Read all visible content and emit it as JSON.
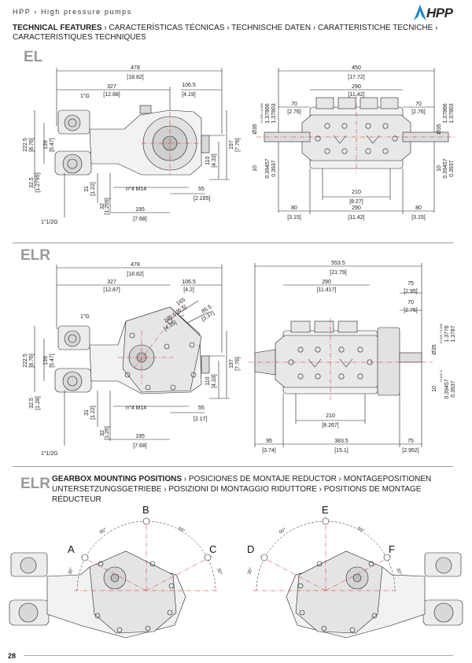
{
  "header": {
    "brand_line": "HPP › High pressure pumps",
    "logo_text": "HPP"
  },
  "tech": {
    "lead": "TECHNICAL FEATURES",
    "rest": " › CARACTERÍSTICAS TÉCNICAS › TECHNISCHE DATEN › CARATTERISTICHE TECNICHE › CARACTERISTIQUES TECHNIQUES"
  },
  "sections": {
    "el": "EL",
    "elr": "ELR",
    "elr2": "ELR"
  },
  "gearbox": {
    "lead": "GEARBOX MOUNTING POSITIONS",
    "rest": " › POSICIONES DE MONTAJE REDUCTOR › MONTAGEPOSITIONEN UNTERSETZUNGSGETRIEBE › POSIZIONI DI MONTAGGIO RIDUTTORE › POSITIONS DE MONTAGE RÉDUCTEUR",
    "positions": [
      "A",
      "B",
      "C",
      "D",
      "E",
      "F"
    ],
    "angles": [
      "30°",
      "60°",
      "60°",
      "30°",
      "30°",
      "60°",
      "60°",
      "30°"
    ]
  },
  "el_side": {
    "d478": "478",
    "d478i": "[18.82]",
    "d327": "327",
    "d327i": "[12.88]",
    "d1065": "106.5",
    "d1065i": "[4.19]",
    "g1": "1\"G",
    "d2225": "222.5",
    "d2225i": "[8.76]",
    "d139": "139",
    "d139i": "[5.47]",
    "d197": "197",
    "d197i": "[7.76]",
    "d110": "110",
    "d110i": "[4.33]",
    "d325": "32.5",
    "d325i": "[1.2795]",
    "d31": "31",
    "d31i": "[1.22]",
    "d32": "32",
    "d32i": "[1.259]",
    "m14": "n°4 M14",
    "d55": "55",
    "d55i": "[2.165]",
    "d195": "195",
    "d195i": "[7.68]",
    "g2": "1\"1/2G"
  },
  "el_front": {
    "d450": "450",
    "d450i": "[17.72]",
    "d290": "290",
    "d290i": "[11.42]",
    "d70": "70",
    "d70i": "[2.76]",
    "d70b": "70",
    "d70bi": "[2.76]",
    "shaft": "Ø35",
    "shaft_tol": "+0.025 +0.009",
    "shaft_in": "1.37866",
    "shaft_in2": "1.37803",
    "key10": "10",
    "key_tol": "+0.012 0",
    "key_in": "0.39457",
    "key_in2": "0.3937",
    "d210": "210",
    "d210i": "[8.27]",
    "d80": "80",
    "d80i": "[3.15]",
    "d290b": "290",
    "d290bi": "[11.42]",
    "d80b": "80",
    "d80bi": "[3.15]"
  },
  "elr_side": {
    "d478": "478",
    "d478i": "[18.82]",
    "d327": "327",
    "d327i": "[12.87]",
    "d1065": "106.5",
    "d1065i": "[4.2]",
    "d165": "165",
    "d165i": "[6.5]",
    "d855": "85.5",
    "d855i": "[3.37]",
    "d1055": "105.5",
    "d1055i": "[4.15]",
    "g1": "1\"G",
    "d2225": "222.5",
    "d2225i": "[8.76]",
    "d139": "139",
    "d139i": "[5.47]",
    "d197": "197",
    "d197i": "[7.76]",
    "d110": "110",
    "d110i": "[4.33]",
    "d325": "32.5",
    "d325i": "[1.28]",
    "d31": "31",
    "d31i": "[1.22]",
    "d32": "32",
    "d32i": "[1.26]",
    "m14": "n°4 M14",
    "d55": "55",
    "d55i": "[2.17]",
    "d195": "195",
    "d195i": "[7.68]",
    "g2": "1\"1/2G"
  },
  "elr_front": {
    "d5535": "553.5",
    "d5535i": "[21.79]",
    "d290": "290",
    "d290i": "[11.417]",
    "d75": "75",
    "d75i": "[2.95]",
    "d70": "70",
    "d70i": "[2.76]",
    "shaft": "Ø35",
    "shaft_tol": "+0.025 +0.009",
    "shaft_in": "1.3776",
    "shaft_in2": "1.3787",
    "key10": "10",
    "key_tol": "+0.012 0",
    "key_in": "0.39457",
    "key_in2": "0.3937",
    "d210": "210",
    "d210i": "[8.267]",
    "d95": "95",
    "d95i": "[3.74]",
    "d3835": "383.5",
    "d3835i": "[15.1]",
    "d75b": "75",
    "d75bi": "[2.952]"
  },
  "footer": {
    "page": "28"
  },
  "colors": {
    "accent": "#1e88c8",
    "line": "#222222",
    "center_line": "#d62020",
    "section_gray": "#9a9a9a"
  }
}
